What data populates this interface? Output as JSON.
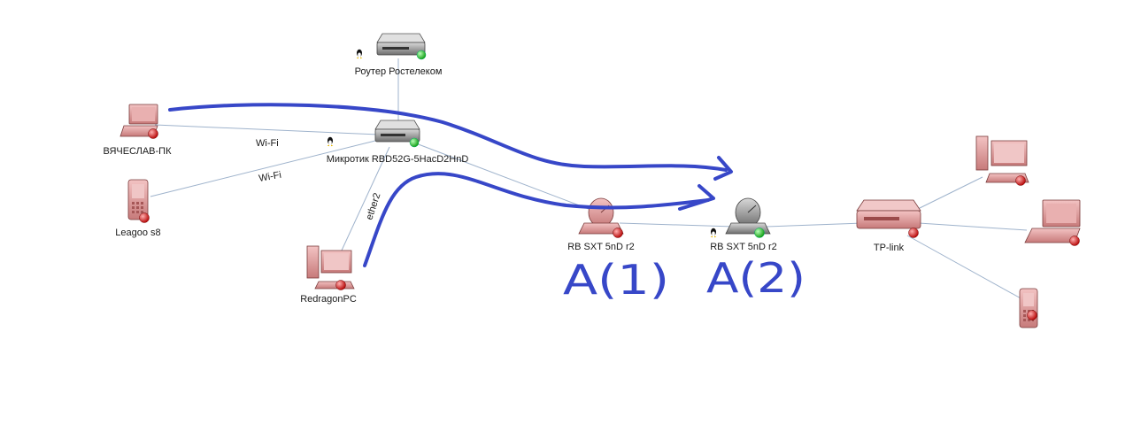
{
  "colors": {
    "link": "#9fb3cc",
    "device_gray": "#8e8e8e",
    "device_red": "#d98a8a",
    "status_green": "#1fbf1f",
    "status_red": "#d11a1a",
    "annotation": "#3747c8"
  },
  "nodes": {
    "router_rostelecom": {
      "label": "Роутер Ростелеком",
      "icon": "router-icon",
      "status": "up",
      "os": "linux-icon"
    },
    "mikrotik": {
      "label": "Микротик RBD52G-5HacD2HnD",
      "icon": "router-icon",
      "status": "up",
      "os": "linux-icon"
    },
    "laptop_vyacheslav": {
      "label": "ВЯЧЕСЛАВ-ПК",
      "icon": "laptop-icon",
      "status": "down"
    },
    "phone_leagoo": {
      "label": "Leagoo s8",
      "icon": "phone-icon",
      "status": "down"
    },
    "pc_redragon": {
      "label": "RedragonPC",
      "icon": "desktop-icon",
      "status": "down"
    },
    "sxt_a1": {
      "label": "RB SXT 5nD r2",
      "icon": "antenna-icon",
      "status": "down"
    },
    "sxt_a2": {
      "label": "RB SXT 5nD r2",
      "icon": "antenna-icon",
      "status": "up",
      "os": "linux-icon"
    },
    "tplink": {
      "label": "TP-link",
      "icon": "router-icon",
      "status": "down"
    },
    "pc_right": {
      "label": "",
      "icon": "desktop-icon",
      "status": "down"
    },
    "laptop_right": {
      "label": "",
      "icon": "laptop-icon",
      "status": "down"
    },
    "phone_right": {
      "label": "",
      "icon": "phone-icon",
      "status": "down"
    }
  },
  "links": {
    "wifi_1": "Wi-Fi",
    "wifi_2": "Wi-Fi",
    "ether2": "ether2"
  },
  "annotations": {
    "a1": "A(1)",
    "a2": "A(2)"
  }
}
